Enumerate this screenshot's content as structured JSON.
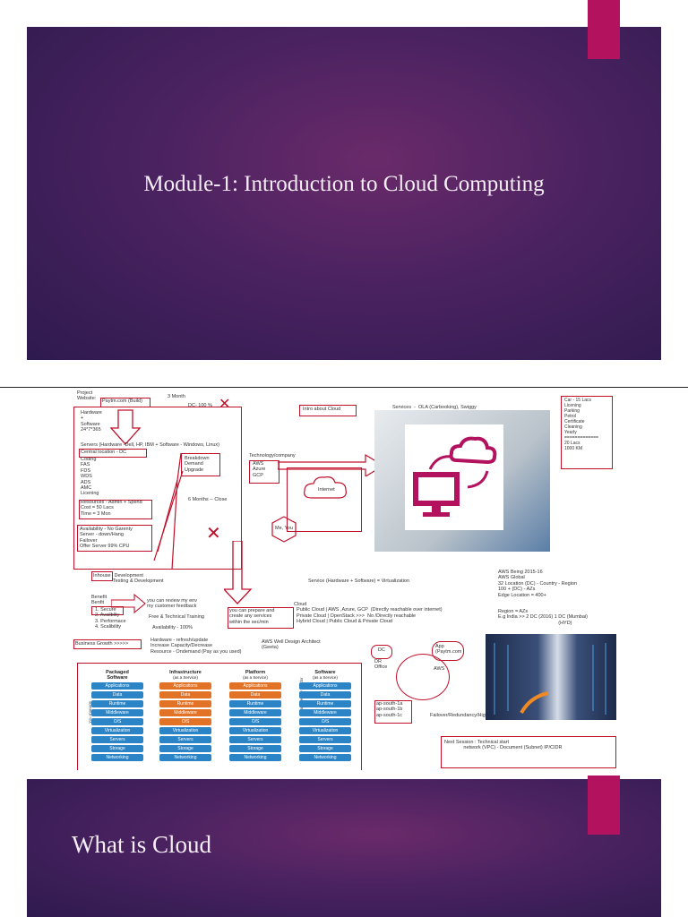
{
  "slide1": {
    "title": "Module-1: Introduction to Cloud Computing"
  },
  "slide3": {
    "title": "What is Cloud"
  },
  "board": {
    "project": "Project\nWebsite:",
    "paytm": "Paytm.com (Build)",
    "three_month": "3 Month",
    "dc": "DC- 100 %",
    "hardware": "Hardware\n+\nSoftware\n24*7*365",
    "servers": "Servers (Hardware -Dell, HP, IBM + Software - Windows, Linux)",
    "central_location": "Central location - DC",
    "coding_list": "Coding\nFAS\nFDS\nWDS\nADS\nAMC\nLicening",
    "resources": "Resources - Admin + Spend\nCost = 50 Lacs\nTime = 3 Mon",
    "breakdown": "Breakdown\nDemand\nUpgrade",
    "six_months": "6 Months -- Close",
    "availability": "Availability - No Garenty\nServer - down/Hang\nFailover\nOffer Server 99% CPU",
    "intro_cloud": "Intro about Cloud",
    "services_line": "Services  -  OLA (Carbooking), Swiggy",
    "technology": "Technology/company",
    "providers": "AWS\nAzure\nGCP",
    "internet": "Internet",
    "me_you": "Me, You",
    "car": "Car - 15 Lacs\nLicening\nParking\nPetrol\nCertificate\nCleaning\nYearly\n=============\n20 Lacs\n1000 KM",
    "inhouse": "Inhouse",
    "inhouse_rest": " Development\nTesting & Development",
    "benefit": "Benefit\nBenfit",
    "benefit_list": "1. Secure\n2. Availblity\n3. Performace\n4. Scalibility",
    "review": "you can review my env\nmy customer feedback",
    "free_training": "Free & Technical Training",
    "availability_100": "Availability - 100%",
    "prepare": "you can prepare and\ncreate any services\nwithin the sec/min",
    "service_virtual": "Service (Hardware + Software) = Virtualization",
    "cloud_types": "Cloud\n  Public Cloud | AWS ,Azure, GCP  (Directly reachable over internet)\n  Private Cloud | OpenStack >>>  No /Directly reachable\n  Hybrid Cloud | Public Cloud & Private Cloud",
    "aws_info": "AWS Being 2015-16\nAWS Global\n32 Location (DC) - Country - Region\n100 + (DC) - AZs\nEdge Location = 400+",
    "region": "Region = AZs\nE.g India >> 2 DC (2016) 1 DC (Mumbai)\n                                            (HYD)",
    "business_growth": "Business Growth >>>>>",
    "hardware_refresh": "Hardware - refresh/update\nIncrease Capacity/Decrease\nResource - Ondemand (Pay as you used)",
    "aws_arch": "AWS Well Design Architect\n(Geeta)",
    "dc_box": "DC",
    "dr_office": "DR\nOffice",
    "app_box": "App\n(Paytm.com",
    "aws_label": "AWS",
    "azs": "ap-south-1a\nap-south-1b\nap-south-1c",
    "failover": "Failover/Redundancy/High Availability",
    "next_session": "Next Session : Technical start\n              network (VPC) - Document (Subnet) IP/CIDR",
    "stacks": [
      {
        "title": "Packaged\nSoftware",
        "sub": "",
        "rows": [
          "Applications",
          "Data",
          "Runtime",
          "Middleware",
          "O/S",
          "Virtualization",
          "Servers",
          "Storage",
          "Networking"
        ],
        "colors": [
          "bl",
          "bl",
          "bl",
          "bl",
          "bl",
          "bl",
          "bl",
          "bl",
          "bl"
        ]
      },
      {
        "title": "Infrastructure",
        "sub": "(as a Service)",
        "rows": [
          "Applications",
          "Data",
          "Runtime",
          "Middleware",
          "O/S",
          "Virtualization",
          "Servers",
          "Storage",
          "Networking"
        ],
        "colors": [
          "or",
          "or",
          "or",
          "or",
          "or",
          "bl",
          "bl",
          "bl",
          "bl"
        ]
      },
      {
        "title": "Platform",
        "sub": "(as a Service)",
        "rows": [
          "Applications",
          "Data",
          "Runtime",
          "Middleware",
          "O/S",
          "Virtualization",
          "Servers",
          "Storage",
          "Networking"
        ],
        "colors": [
          "or",
          "or",
          "bl",
          "bl",
          "bl",
          "bl",
          "bl",
          "bl",
          "bl"
        ]
      },
      {
        "title": "Software",
        "sub": "(as a Service)",
        "rows": [
          "Applications",
          "Data",
          "Runtime",
          "Middleware",
          "O/S",
          "Virtualization",
          "Servers",
          "Storage",
          "Networking"
        ],
        "colors": [
          "bl",
          "bl",
          "bl",
          "bl",
          "bl",
          "bl",
          "bl",
          "bl",
          "bl"
        ]
      }
    ],
    "side_you_manage": "You manage",
    "side_managed_by_vendor": "Managed by vendor",
    "colors": {
      "accent": "#c0102a",
      "orange": "#e27226",
      "blue": "#2a84c6",
      "tab": "#b3125e"
    }
  }
}
